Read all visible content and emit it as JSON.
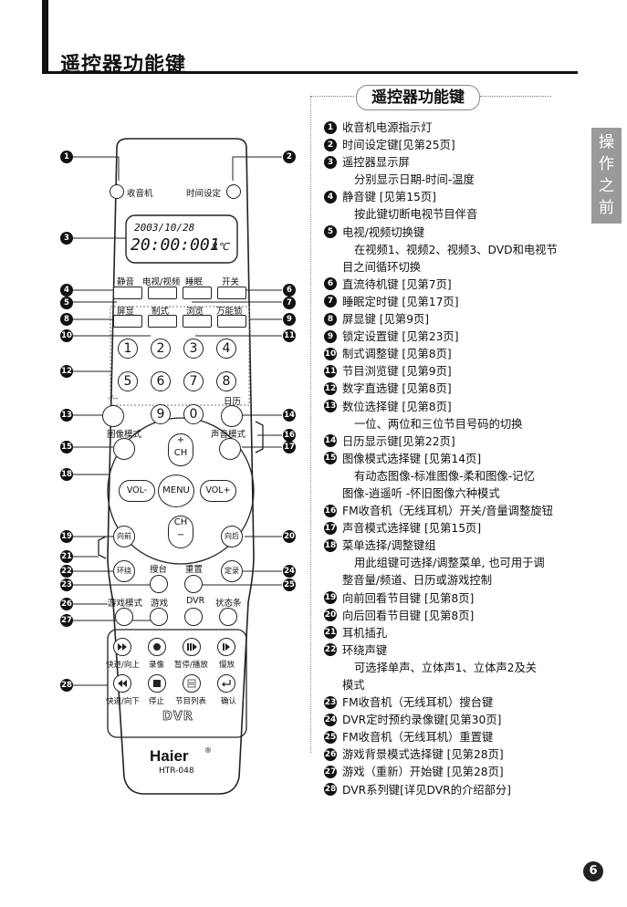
{
  "header": {
    "title": "遥控器功能键"
  },
  "side_tab": [
    "操",
    "作",
    "之",
    "前"
  ],
  "section_title": "遥控器功能键",
  "functions": [
    {
      "n": "1",
      "text": "收音机电源指示灯",
      "kind": "item"
    },
    {
      "n": "2",
      "text": "时间设定键[见第25页]",
      "kind": "item"
    },
    {
      "n": "3",
      "text": "遥控器显示屏",
      "kind": "item"
    },
    {
      "n": "",
      "text": "分别显示日期-时间-温度",
      "kind": "sub"
    },
    {
      "n": "4",
      "text": "静音键 [见第15页]",
      "kind": "item"
    },
    {
      "n": "",
      "text": "按此键切断电视节目伴音",
      "kind": "sub"
    },
    {
      "n": "5",
      "text": "电视/视频切换键",
      "kind": "item"
    },
    {
      "n": "",
      "text": "在视频1、视频2、视频3、DVD和电视节",
      "kind": "sub"
    },
    {
      "n": "",
      "text": "目之间循环切换",
      "kind": "cont"
    },
    {
      "n": "6",
      "text": "直流待机键 [见第7页]",
      "kind": "item"
    },
    {
      "n": "7",
      "text": "睡眠定时键 [见第17页]",
      "kind": "item"
    },
    {
      "n": "8",
      "text": "屏显键  [见第9页]",
      "kind": "item"
    },
    {
      "n": "9",
      "text": "锁定设置键 [见第23页]",
      "kind": "item"
    },
    {
      "n": "10",
      "text": "制式调整键 [见第8页]",
      "kind": "item"
    },
    {
      "n": "11",
      "text": "节目浏览键 [见第9页]",
      "kind": "item"
    },
    {
      "n": "12",
      "text": "数字直选键 [见第8页]",
      "kind": "item"
    },
    {
      "n": "13",
      "text": "数位选择键 [见第8页]",
      "kind": "item"
    },
    {
      "n": "",
      "text": "一位、两位和三位节目号码的切换",
      "kind": "sub"
    },
    {
      "n": "14",
      "text": "日历显示键[见第22页]",
      "kind": "item"
    },
    {
      "n": "15",
      "text": "图像模式选择键 [见第14页]",
      "kind": "item"
    },
    {
      "n": "",
      "text": "有动态图像-标准图像-柔和图像-记忆",
      "kind": "sub"
    },
    {
      "n": "",
      "text": "图像-逍遥听 -怀旧图像六种模式",
      "kind": "cont"
    },
    {
      "n": "16",
      "text": "FM收音机（无线耳机）开关/音量调整旋钮",
      "kind": "item"
    },
    {
      "n": "17",
      "text": "声音模式选择键 [见第15页]",
      "kind": "item"
    },
    {
      "n": "18",
      "text": "菜单选择/调整键组",
      "kind": "item"
    },
    {
      "n": "",
      "text": "用此组键可选择/调整菜单, 也可用于调",
      "kind": "sub"
    },
    {
      "n": "",
      "text": "整音量/频道、日历或游戏控制",
      "kind": "cont"
    },
    {
      "n": "19",
      "text": "向前回看节目键 [见第8页]",
      "kind": "item"
    },
    {
      "n": "20",
      "text": "向后回看节目键 [见第8页]",
      "kind": "item"
    },
    {
      "n": "21",
      "text": "耳机插孔",
      "kind": "item"
    },
    {
      "n": "22",
      "text": "环绕声键",
      "kind": "item"
    },
    {
      "n": "",
      "text": "可选择单声、立体声1、立体声2及关",
      "kind": "sub"
    },
    {
      "n": "",
      "text": "模式",
      "kind": "cont"
    },
    {
      "n": "23",
      "text": "FM收音机（无线耳机）搜台键",
      "kind": "item"
    },
    {
      "n": "24",
      "text": "DVR定时预约录像键[见第30页]",
      "kind": "item"
    },
    {
      "n": "25",
      "text": "FM收音机（无线耳机）重置键",
      "kind": "item"
    },
    {
      "n": "26",
      "text": "游戏背景模式选择键 [见第28页]",
      "kind": "item"
    },
    {
      "n": "27",
      "text": "游戏（重新）开始键 [见第28页]",
      "kind": "item"
    },
    {
      "n": "28",
      "text": "DVR系列键[详见DVR的介绍部分]",
      "kind": "item"
    }
  ],
  "remote": {
    "labels": {
      "radio": "收音机",
      "time_set": "时间设定",
      "mute": "静音",
      "tv_av": "电视/视频",
      "sleep": "睡眠",
      "power": "开关",
      "display": "屏显",
      "system": "制式",
      "browse": "浏览",
      "lock": "万能锁",
      "digits_sel": "-/--",
      "calendar": "日历",
      "pic_mode": "图像模式",
      "snd_mode": "声音模式",
      "ch": "CH",
      "vol_minus": "VOL-",
      "vol_plus": "VOL+",
      "menu": "MENU",
      "prev": "向前",
      "next": "向后",
      "surround": "环绕",
      "timer_rec": "定录",
      "search": "搜台",
      "reset": "重置",
      "game_mode": "游戏模式",
      "game": "游戏",
      "dvr": "DVR",
      "status": "状态条",
      "ff": "快进/向上",
      "rec": "录像",
      "pause": "暂停/播放",
      "slow": "慢放",
      "rew": "快退/向下",
      "stop": "停止",
      "list": "节目列表",
      "ok": "确认",
      "dvr_logo": "DVR",
      "brand": "Haier",
      "model": "HTR-048"
    },
    "lcd_date": "2003/10/28",
    "lcd_time": "20:00:001",
    "lcd_temp": "8℃",
    "digits": [
      "1",
      "2",
      "3",
      "4",
      "5",
      "6",
      "7",
      "8",
      "9",
      "0"
    ],
    "plus": "+",
    "minus": "−"
  },
  "page_number": "6"
}
